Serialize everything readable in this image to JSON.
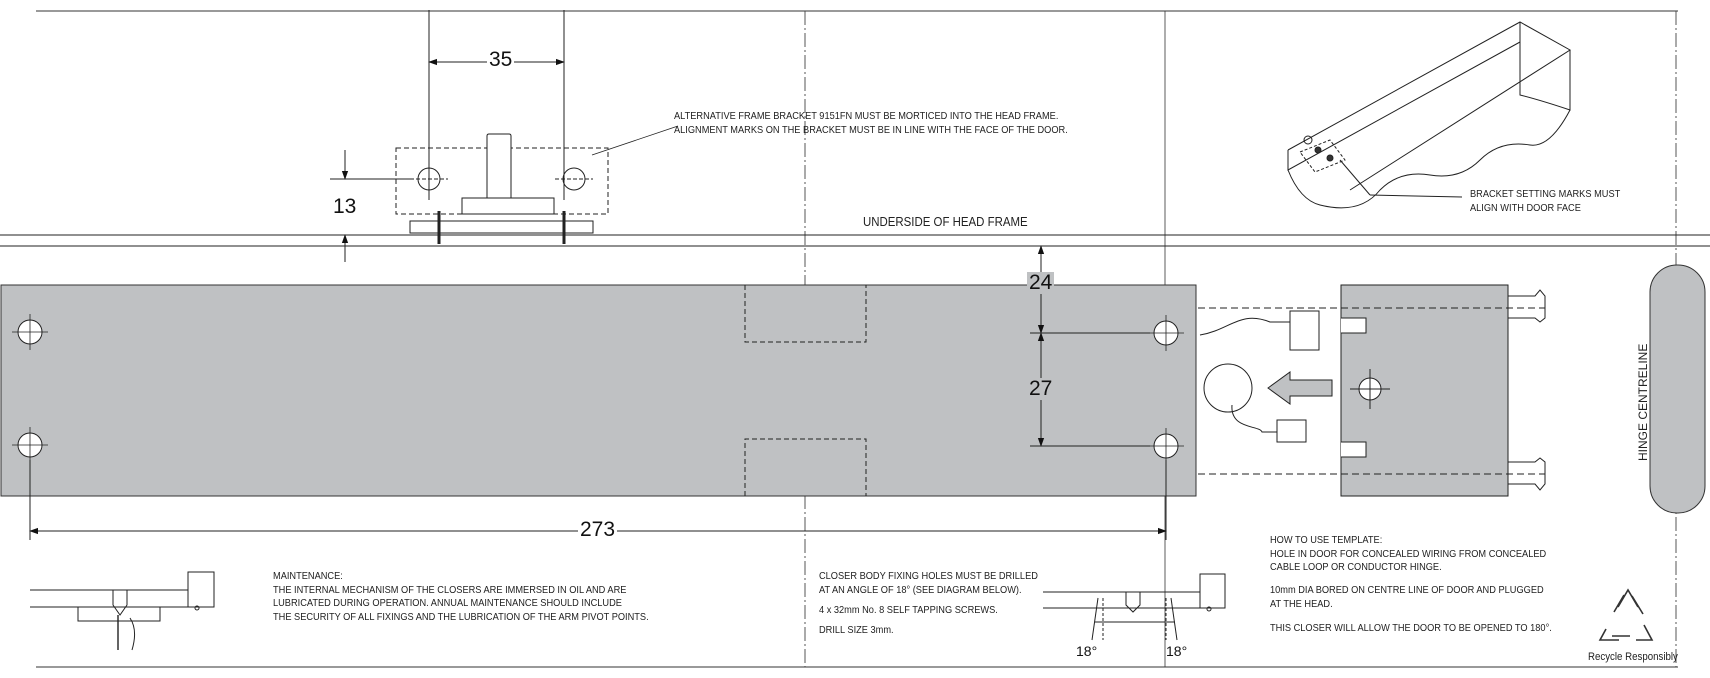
{
  "dimensions": {
    "bracket_width": "35",
    "bracket_offset": "13",
    "head_gap": "24",
    "hole_spacing": "27",
    "hole_centres": "273",
    "angle_left": "18°",
    "angle_right": "18°"
  },
  "labels": {
    "underside_head_frame": "UNDERSIDE OF HEAD FRAME",
    "hinge_centreline": "HINGE CENTRELINE",
    "recycle": "Recycle Responsibly"
  },
  "notes": {
    "alt_bracket": [
      "ALTERNATIVE FRAME BRACKET 9151FN MUST BE MORTICED INTO THE HEAD FRAME.",
      "ALIGNMENT MARKS ON THE BRACKET MUST BE IN LINE WITH THE FACE OF THE DOOR."
    ],
    "bracket_setting": [
      "BRACKET SETTING MARKS MUST",
      "ALIGN WITH DOOR FACE"
    ],
    "maintenance": [
      "MAINTENANCE:",
      "THE INTERNAL MECHANISM OF THE CLOSERS ARE IMMERSED IN OIL AND ARE",
      "LUBRICATED DURING OPERATION. ANNUAL MAINTENANCE SHOULD INCLUDE",
      "THE SECURITY OF ALL FIXINGS AND THE LUBRICATION OF THE ARM PIVOT POINTS."
    ],
    "fixing_holes": [
      "CLOSER BODY FIXING HOLES MUST BE DRILLED",
      "AT AN ANGLE OF 18° (SEE DIAGRAM BELOW)."
    ],
    "screws": "4 x 32mm No. 8 SELF TAPPING SCREWS.",
    "drill": "DRILL SIZE 3mm.",
    "how_to_use": [
      "HOW TO USE TEMPLATE:",
      "HOLE IN DOOR FOR CONCEALED WIRING FROM CONCEALED",
      "CABLE LOOP OR CONDUCTOR HINGE."
    ],
    "bored": [
      "10mm DIA BORED ON CENTRE LINE OF DOOR AND PLUGGED",
      "AT THE HEAD."
    ],
    "opening": "THIS CLOSER WILL ALLOW THE DOOR TO BE OPENED TO 180°."
  },
  "colors": {
    "closer_body": "#bfc1c3",
    "line": "#1a1a1a"
  },
  "icons": [
    "recycle-icon",
    "arrow-left-icon"
  ]
}
